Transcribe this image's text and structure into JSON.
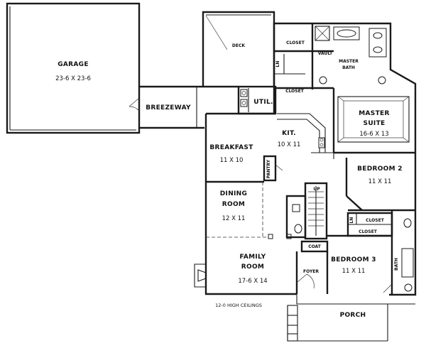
{
  "rooms": {
    "garage": {
      "name": "GARAGE",
      "dims": "23-6 X 23-6"
    },
    "breezeway": {
      "name": "BREEZEWAY"
    },
    "deck": {
      "name": "DECK"
    },
    "util": {
      "name": "UTIL."
    },
    "kitchen": {
      "name": "KIT.",
      "dims": "10 X 11"
    },
    "breakfast": {
      "name": "BREAKFAST",
      "dims": "11 X 10"
    },
    "pantry": {
      "name": "PANTRY"
    },
    "dining": {
      "name": "DINING",
      "name2": "ROOM",
      "dims": "12 X 11"
    },
    "family": {
      "name": "FAMILY",
      "name2": "ROOM",
      "dims": "17-6 X 14"
    },
    "master_suite": {
      "name": "MASTER",
      "name2": "SUITE",
      "dims": "16-6 X 13"
    },
    "master_bath": {
      "name": "MASTER",
      "name2": "BATH"
    },
    "closet_top": {
      "name": "CLOSET"
    },
    "closet_mid": {
      "name": "CLOSET"
    },
    "vault": {
      "name": "VAULT"
    },
    "ln_top": {
      "name": "LN"
    },
    "bedroom2": {
      "name": "BEDROOM 2",
      "dims": "11 X 11"
    },
    "bedroom3": {
      "name": "BEDROOM 3",
      "dims": "11 X 11"
    },
    "closet_b2": {
      "name": "CLOSET"
    },
    "closet_b3": {
      "name": "CLOSET"
    },
    "ln_bed": {
      "name": "LN"
    },
    "bath": {
      "name": "BATH"
    },
    "coat": {
      "name": "COAT"
    },
    "foyer": {
      "name": "FOYER"
    },
    "porch": {
      "name": "PORCH"
    }
  },
  "notes": {
    "ceiling": "12-0 HIGH CEILINGS",
    "stair_up": "UP"
  }
}
